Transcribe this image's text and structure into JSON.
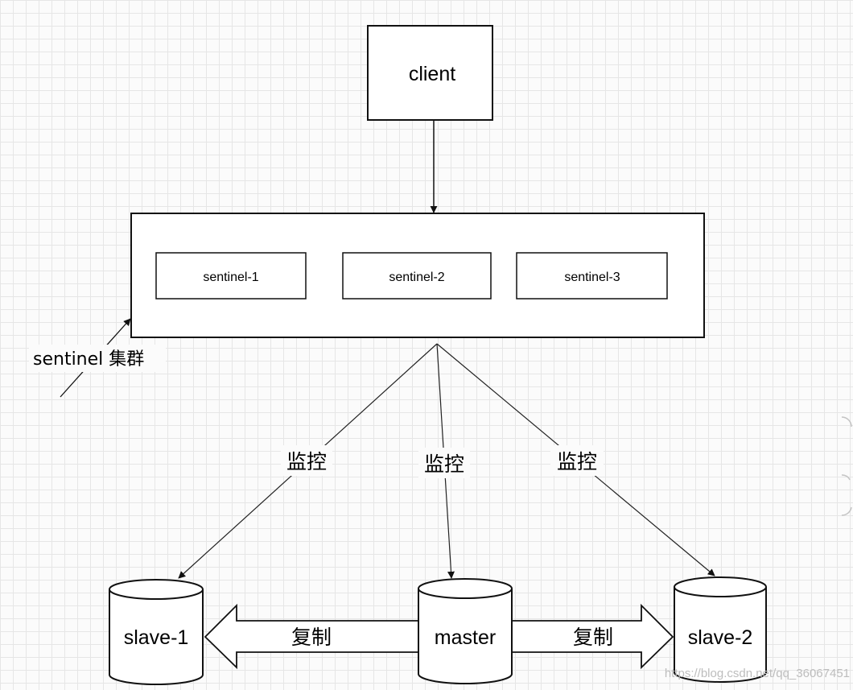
{
  "nodes": {
    "client": "client",
    "sentinels": [
      "sentinel-1",
      "sentinel-2",
      "sentinel-3"
    ],
    "cluster_label": "sentinel 集群",
    "slave1": "slave-1",
    "master": "master",
    "slave2": "slave-2"
  },
  "edges": {
    "monitor_label": "监控",
    "replicate_label": "复制"
  },
  "watermark": "https://blog.csdn.net/qq_36067451"
}
